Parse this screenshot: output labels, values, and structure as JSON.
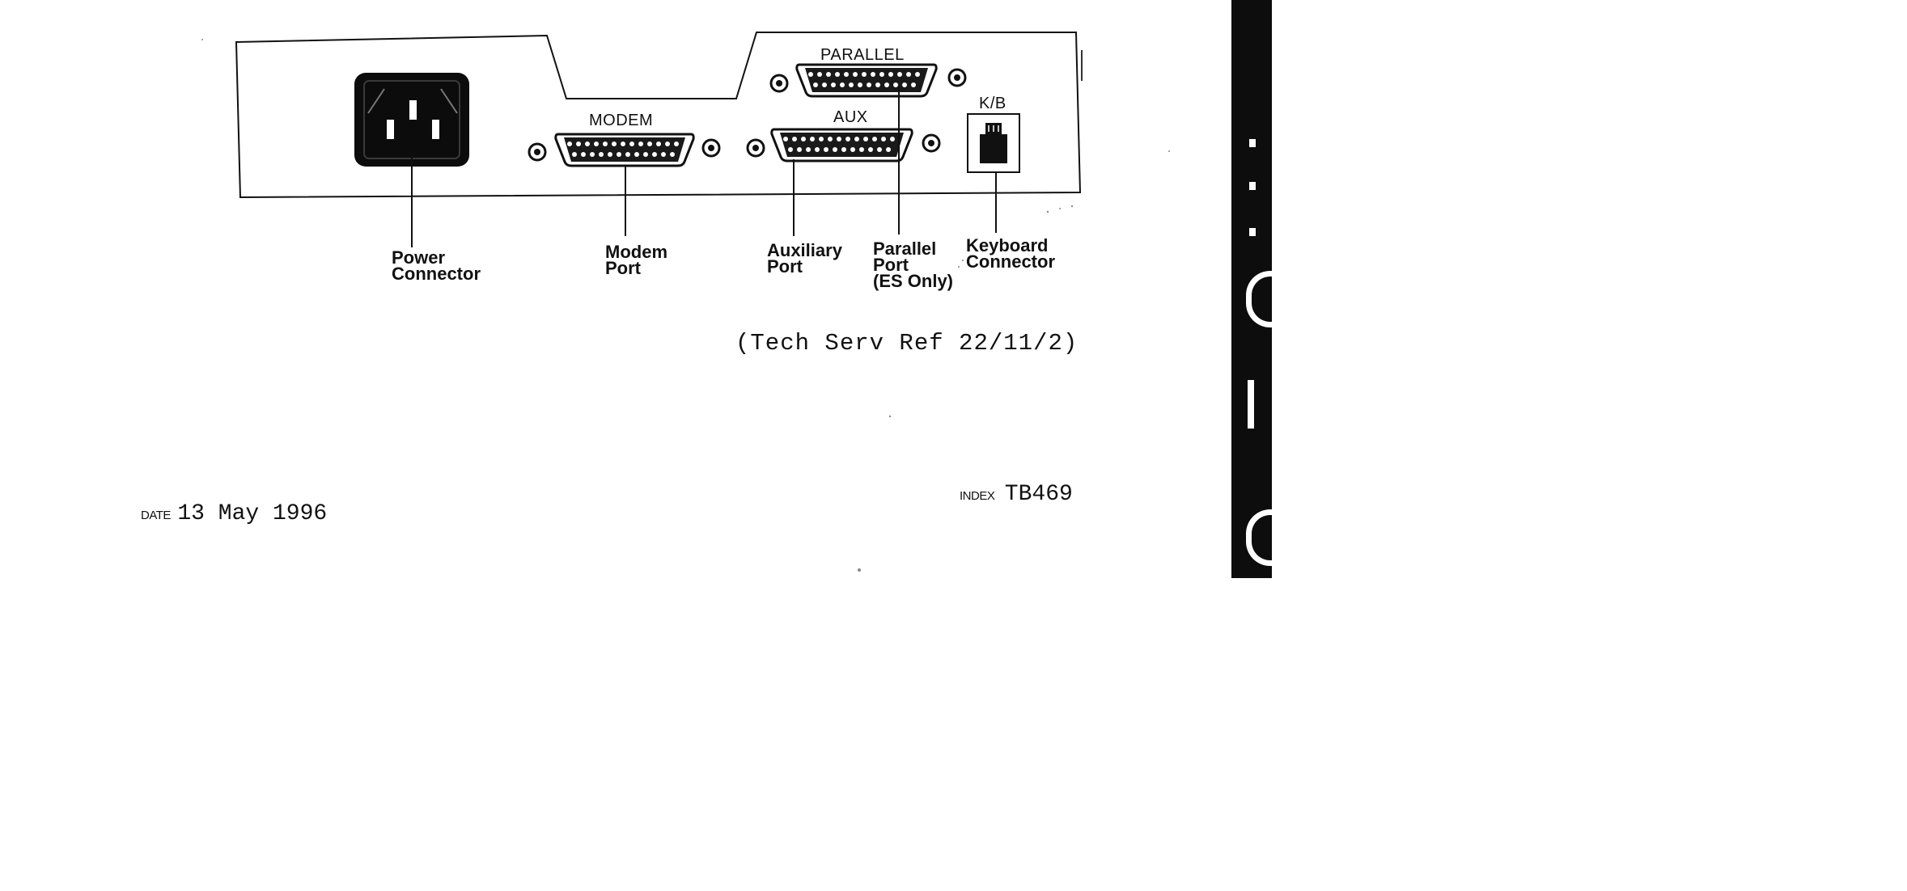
{
  "panel_labels": {
    "parallel": "PARALLEL",
    "modem": "MODEM",
    "aux": "AUX",
    "kb": "K/B"
  },
  "callouts": {
    "power": [
      "Power",
      "Connector"
    ],
    "modem": [
      "Modem",
      "Port"
    ],
    "auxiliary": [
      "Auxiliary",
      "Port"
    ],
    "parallel": [
      "Parallel",
      "Port",
      "(ES Only)"
    ],
    "keyboard": [
      "Keyboard",
      "Connector"
    ]
  },
  "reference": "(Tech Serv Ref 22/11/2)",
  "footer": {
    "date_label": "DATE",
    "date_value": "13 May 1996",
    "index_label": "INDEX",
    "index_value": "TB469"
  }
}
